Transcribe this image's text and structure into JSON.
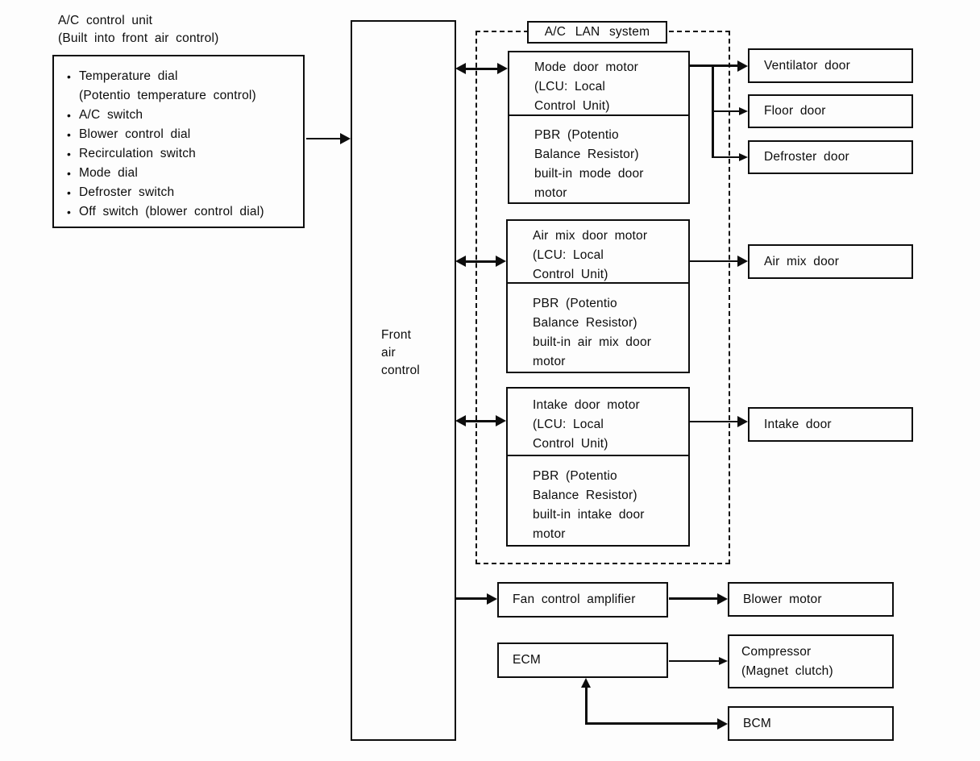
{
  "control_unit": {
    "heading_line1": "A/C control unit",
    "heading_line2": "(Built into front air control)",
    "features": [
      {
        "bullet": "•",
        "text": "Temperature dial"
      },
      {
        "bullet": "",
        "text": "(Potentio temperature control)"
      },
      {
        "bullet": "•",
        "text": "A/C switch"
      },
      {
        "bullet": "•",
        "text": "Blower control dial"
      },
      {
        "bullet": "•",
        "text": "Recirculation switch"
      },
      {
        "bullet": "•",
        "text": "Mode dial"
      },
      {
        "bullet": "•",
        "text": "Defroster switch"
      },
      {
        "bullet": "•",
        "text": "Off switch (blower control dial)"
      }
    ]
  },
  "front_air_control": {
    "line1": "Front",
    "line2": "air",
    "line3": "control"
  },
  "lan_system": {
    "label": "A/C LAN system"
  },
  "motor_groups": [
    {
      "lcu": [
        "Mode door motor",
        "(LCU: Local",
        "Control Unit)"
      ],
      "pbr": [
        "PBR (Potentio",
        "Balance Resistor)",
        "built-in mode door",
        "motor"
      ]
    },
    {
      "lcu": [
        "Air mix door motor",
        "(LCU: Local",
        "Control Unit)"
      ],
      "pbr": [
        "PBR (Potentio",
        "Balance Resistor)",
        "built-in air mix door",
        "motor"
      ]
    },
    {
      "lcu": [
        "Intake door motor",
        "(LCU: Local",
        "Control Unit)"
      ],
      "pbr": [
        "PBR (Potentio",
        "Balance Resistor)",
        "built-in intake door",
        "motor"
      ]
    }
  ],
  "doors": {
    "ventilator": "Ventilator door",
    "floor": "Floor door",
    "defroster": "Defroster door",
    "air_mix": "Air mix door",
    "intake": "Intake door"
  },
  "bottom": {
    "fan_amp": "Fan control amplifier",
    "blower": "Blower motor",
    "ecm": "ECM",
    "compressor_line1": "Compressor",
    "compressor_line2": "(Magnet clutch)",
    "bcm": "BCM"
  },
  "colors": {
    "ink": "#0d0d0d",
    "background": "#fdfdfd"
  }
}
